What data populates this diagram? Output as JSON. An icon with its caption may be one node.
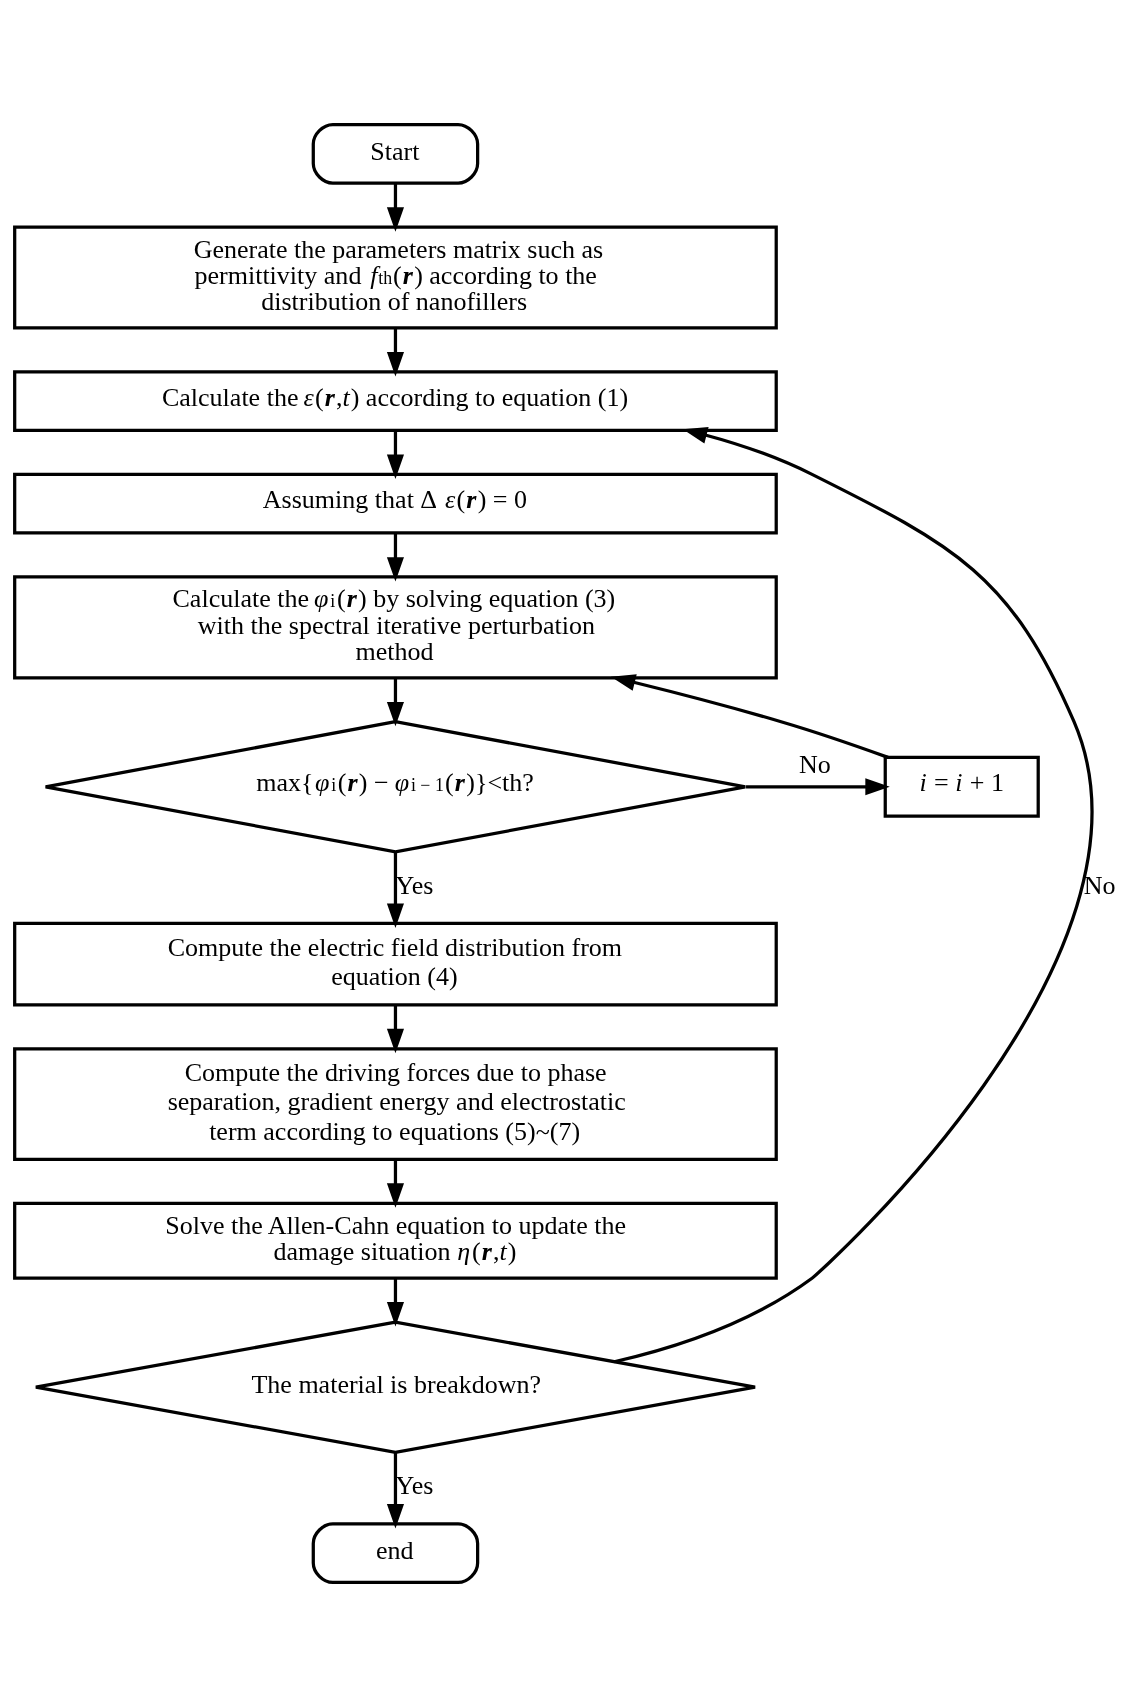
{
  "diagram": {
    "nodes": [
      {
        "text": [
          "Start"
        ]
      },
      {
        "text": [
          "Generate the parameters matrix such as permittivity and *f*$_{th}$(**r**) according to the distribution of nanofillers"
        ]
      },
      {
        "text": [
          "Calculate the *ε*(**r**,*t*) according to equation (1)"
        ]
      },
      {
        "text": [
          "Assuming that Δ *ε*(**r**) = 0"
        ]
      },
      {
        "text": [
          "Calculate the *φ*$^{i}$(**r**) by solving equation (3) with the spectral iterative perturbation method"
        ]
      },
      {
        "text": [
          "*i* = *i* + 1"
        ]
      },
      {
        "text": [
          "max{*φ*$^{i}$(**r**) − *φ*$^{i − 1}$(**r**)}<th?"
        ]
      },
      {
        "text": [
          "Compute the electric field distribution from equation (4)"
        ]
      },
      {
        "text": [
          "Compute the driving forces due to phase separation, gradient energy and electrostatic term according to equations (5)~(7)"
        ]
      },
      {
        "text": [
          "Solve the Allen-Cahn equation to update the damage situation *η*(**r**,*t*)"
        ]
      },
      {
        "text": [
          "The material is breakdown?"
        ]
      },
      {
        "text": [
          "end"
        ]
      }
    ],
    "edges": [
      {
        "from": 0,
        "to": 1,
        "arrow": "to"
      },
      {
        "from": 1,
        "to": 2,
        "arrow": "to"
      },
      {
        "from": 2,
        "to": 3,
        "arrow": "to"
      },
      {
        "from": 3,
        "to": 4,
        "arrow": "to"
      },
      {
        "from": 4,
        "to": 6,
        "arrow": "to"
      },
      {
        "from": 6,
        "to": 5,
        "arrow": "to",
        "label": "No"
      },
      {
        "from": 5,
        "to": 4,
        "arrow": "to"
      },
      {
        "from": 6,
        "to": 7,
        "arrow": "to",
        "label": "Yes"
      },
      {
        "from": 7,
        "to": 8,
        "arrow": "to"
      },
      {
        "from": 8,
        "to": 9,
        "arrow": "to"
      },
      {
        "from": 9,
        "to": 10,
        "arrow": "to"
      },
      {
        "from": 10,
        "to": 2,
        "arrow": "to",
        "label": "No"
      },
      {
        "from": 10,
        "to": 11,
        "arrow": "to",
        "label": "Yes"
      }
    ]
  }
}
